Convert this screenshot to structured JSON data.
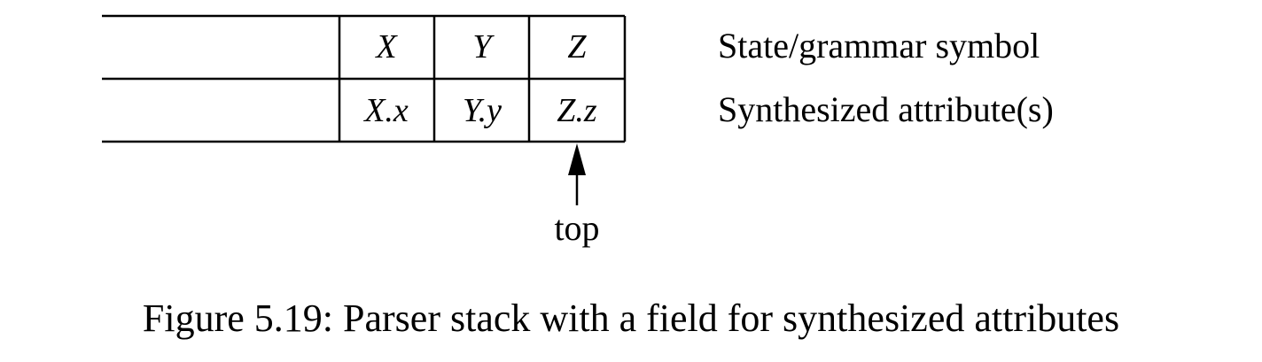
{
  "stack": {
    "symbols": [
      "X",
      "Y",
      "Z"
    ],
    "attributes": [
      "X.x",
      "Y.y",
      "Z.z"
    ]
  },
  "labels": {
    "symbol_row": "State/grammar symbol",
    "attribute_row": "Synthesized attribute(s)",
    "top_pointer": "top"
  },
  "caption": "Figure 5.19: Parser stack with a field for synthesized attributes"
}
